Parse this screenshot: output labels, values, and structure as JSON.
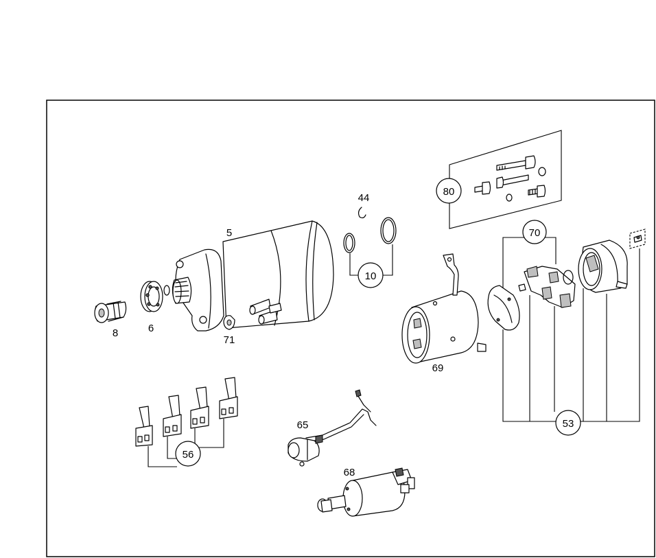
{
  "parts": [
    {
      "id": "p5",
      "label": "5",
      "name": "starter-motor-label",
      "circled": false
    },
    {
      "id": "p6",
      "label": "6",
      "name": "bearing-label",
      "circled": false
    },
    {
      "id": "p8",
      "label": "8",
      "name": "pinion-label",
      "circled": false
    },
    {
      "id": "p10",
      "label": "10",
      "name": "o-ring-set-label",
      "circled": true
    },
    {
      "id": "p44",
      "label": "44",
      "name": "circlip-label",
      "circled": false
    },
    {
      "id": "p53",
      "label": "53",
      "name": "brush-holder-set-label",
      "circled": true
    },
    {
      "id": "p56",
      "label": "56",
      "name": "carbon-brush-set-label",
      "circled": true
    },
    {
      "id": "p65",
      "label": "65",
      "name": "solenoid-harness-label",
      "circled": false
    },
    {
      "id": "p68",
      "label": "68",
      "name": "solenoid-switch-label",
      "circled": false
    },
    {
      "id": "p69",
      "label": "69",
      "name": "field-housing-label",
      "circled": false
    },
    {
      "id": "p70",
      "label": "70",
      "name": "brush-holder-label",
      "circled": true
    },
    {
      "id": "p71",
      "label": "71",
      "name": "nut-label",
      "circled": false
    },
    {
      "id": "p80",
      "label": "80",
      "name": "bolt-kit-label",
      "circled": true
    }
  ]
}
